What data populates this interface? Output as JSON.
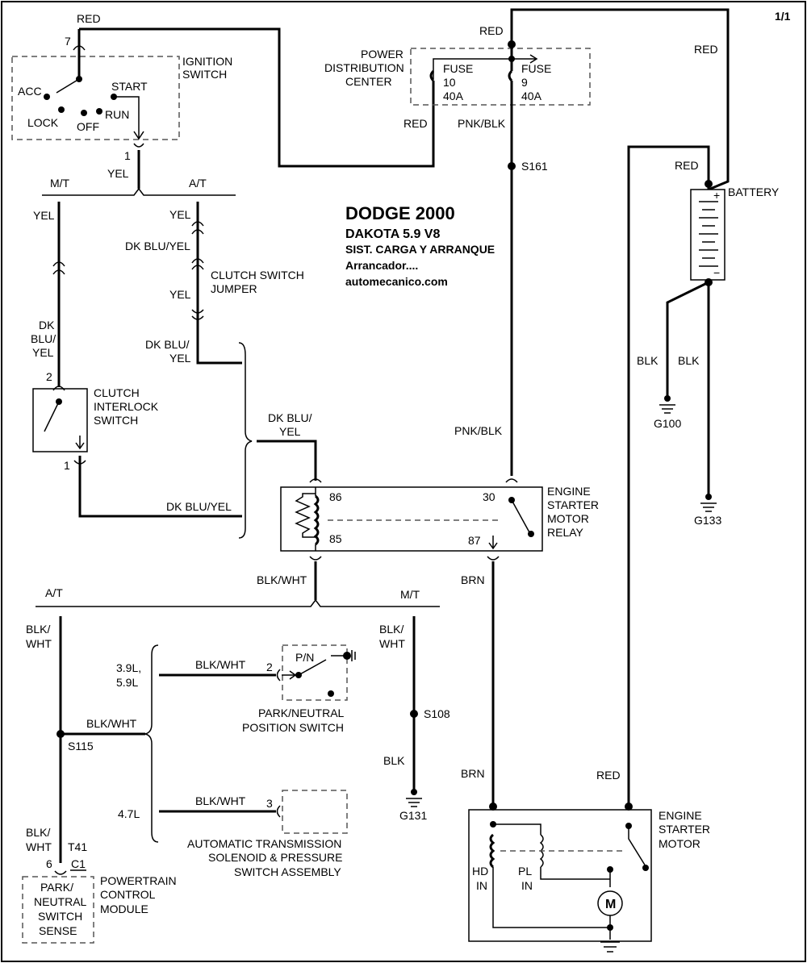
{
  "page": {
    "label": "1/1"
  },
  "title": {
    "line1": "DODGE 2000",
    "line2": "DAKOTA  5.9  V8",
    "line3": "SIST. CARGA Y ARRANQUE",
    "line4": "Arrancador....",
    "line5": "automecanico.com"
  },
  "ignition": {
    "name1": "IGNITION",
    "name2": "SWITCH",
    "pin_top": "7",
    "pin_bottom": "1",
    "acc": "ACC",
    "lock": "LOCK",
    "off": "OFF",
    "run": "RUN",
    "start": "START"
  },
  "pdc": {
    "name1": "POWER",
    "name2": "DISTRIBUTION",
    "name3": "CENTER",
    "fuse10": [
      "FUSE",
      "10",
      "40A"
    ],
    "fuse9": [
      "FUSE",
      "9",
      "40A"
    ]
  },
  "battery": {
    "name": "BATTERY",
    "plus": "+",
    "minus": "−"
  },
  "grounds": {
    "g100": "G100",
    "g133": "G133",
    "g131": "G131"
  },
  "splices": {
    "s161": "S161",
    "s108": "S108",
    "s115": "S115"
  },
  "clutch_jumper": {
    "name1": "CLUTCH SWITCH",
    "name2": "JUMPER"
  },
  "clutch_interlock": {
    "name1": "CLUTCH",
    "name2": "INTERLOCK",
    "name3": "SWITCH",
    "pin_top": "2",
    "pin_bottom": "1"
  },
  "relay": {
    "name1": "ENGINE",
    "name2": "STARTER",
    "name3": "MOTOR",
    "name4": "RELAY",
    "p86": "86",
    "p85": "85",
    "p30": "30",
    "p87": "87"
  },
  "pn_switch": {
    "name1": "PARK/NEUTRAL",
    "name2": "POSITION SWITCH",
    "pin": "2",
    "tag": "P/N"
  },
  "trans_solenoid": {
    "name1": "AUTOMATIC TRANSMISSION",
    "name2": "SOLENOID & PRESSURE",
    "name3": "SWITCH ASSEMBLY",
    "pin": "3"
  },
  "engines": {
    "small": "3.9L,",
    "small2": "5.9L",
    "large": "4.7L"
  },
  "pcm": {
    "name1": "POWERTRAIN",
    "name2": "CONTROL",
    "name3": "MODULE",
    "pin": "6",
    "conn": "C1",
    "term": "T41",
    "sense1": "PARK/",
    "sense2": "NEUTRAL",
    "sense3": "SWITCH",
    "sense4": "SENSE"
  },
  "starter": {
    "name1": "ENGINE",
    "name2": "STARTER",
    "name3": "MOTOR",
    "hd1": "HD",
    "hd2": "IN",
    "pl1": "PL",
    "pl2": "IN",
    "motor": "M"
  },
  "branches": {
    "mt": "M/T",
    "at": "A/T"
  },
  "wires": {
    "red": "RED",
    "yel": "YEL",
    "pnk_blk": "PNK/BLK",
    "blk": "BLK",
    "brn": "BRN",
    "blk_wht": "BLK/WHT",
    "blk_wht_a": "BLK/",
    "blk_wht_b": "WHT",
    "dk_blu_yel": "DK BLU/YEL",
    "dk_blu_yel_a": "DK BLU/",
    "dk_blu_yel_b": "YEL",
    "dk": "DK",
    "blu": "BLU/",
    "yel2": "YEL"
  }
}
